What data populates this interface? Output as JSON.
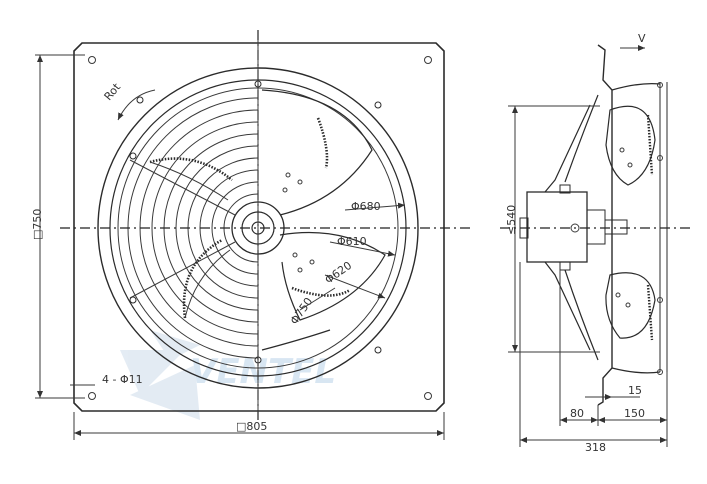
{
  "front_view": {
    "dims": {
      "width": "□805",
      "height": "□750",
      "holes": "4 - Φ11",
      "d680": "Φ680",
      "d610": "Φ610",
      "d620": "Φ620",
      "d750": "Φ750"
    },
    "rotation_label": "Rot"
  },
  "side_view": {
    "airflow_label": "V",
    "dims": {
      "height": "≤540",
      "d15": "15",
      "d80": "80",
      "d150": "150",
      "d318": "318"
    }
  },
  "watermark": "VENTEL"
}
